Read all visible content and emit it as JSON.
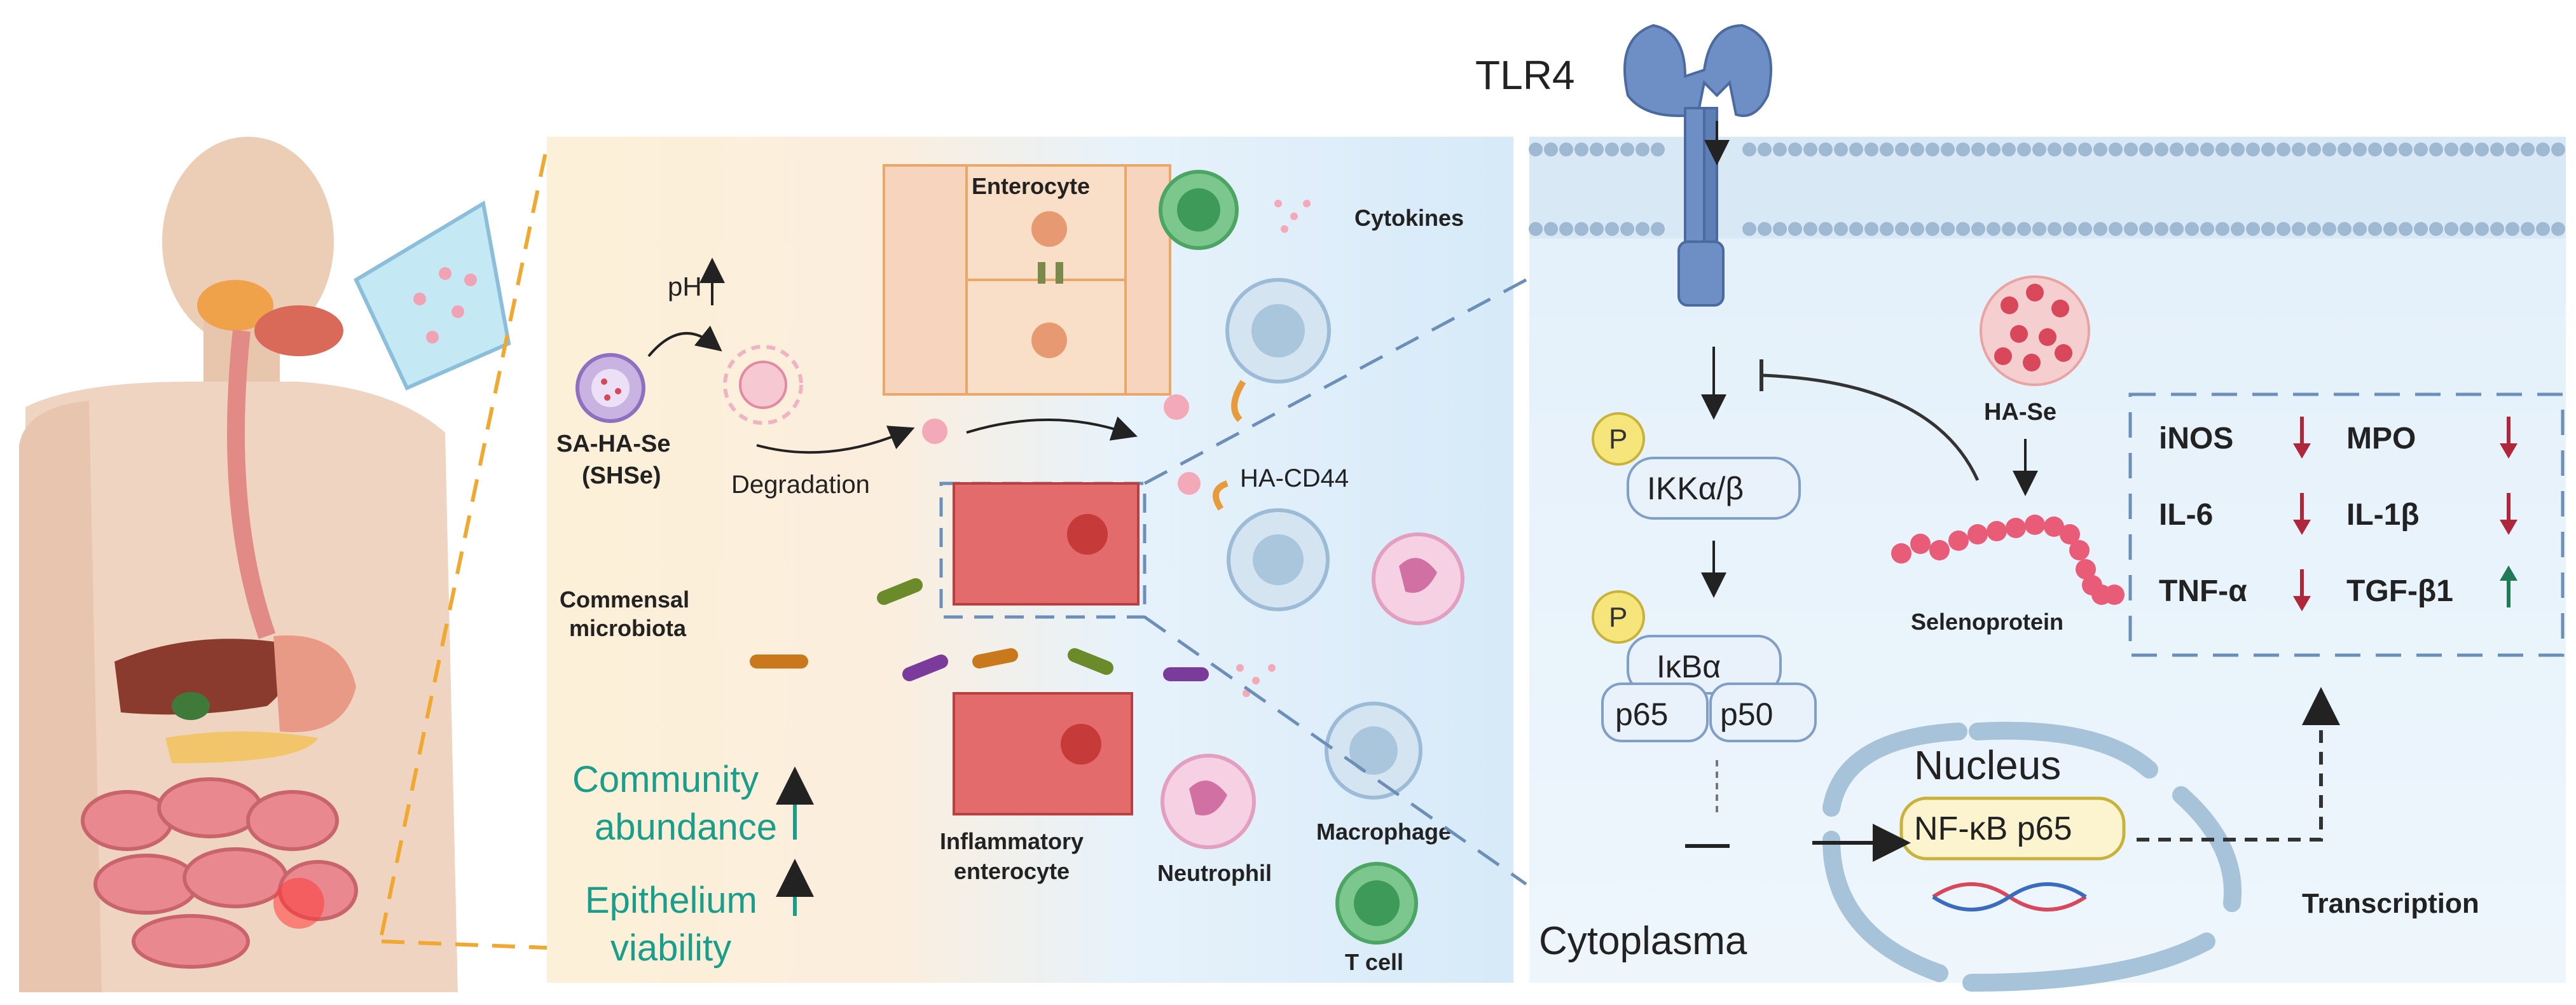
{
  "left_panel": {
    "ph_label": "pH",
    "particle_label_line1": "SA-HA-Se",
    "particle_label_line2": "(SHSe)",
    "degradation_label": "Degradation",
    "enterocyte_label": "Enterocyte",
    "cytokines_label": "Cytokines",
    "ha_cd44_label": "HA-CD44",
    "commensal_line1": "Commensal",
    "commensal_line2": "microbiota",
    "community_line1": "Community",
    "community_line2": "abundance",
    "epithelium_line1": "Epithelium",
    "epithelium_line2": "viability",
    "inflammatory_line1": "Inflammatory",
    "inflammatory_line2": "enterocyte",
    "neutrophil_label": "Neutrophil",
    "macrophage_label": "Macrophage",
    "tcell_label": "T cell"
  },
  "right_panel": {
    "tlr4_label": "TLR4",
    "phospho_label": "P",
    "ikk_label": "IKKα/β",
    "ikba_label": "IκBα",
    "p65_label": "p65",
    "p50_label": "p50",
    "ha_se_label": "HA-Se",
    "selenoprotein_label": "Selenoprotein",
    "nucleus_label": "Nucleus",
    "nfkb_label": "NF-κB p65",
    "cytoplasma_label": "Cytoplasma",
    "transcription_label": "Transcription",
    "markers": [
      {
        "name": "iNOS",
        "direction": "down"
      },
      {
        "name": "MPO",
        "direction": "down"
      },
      {
        "name": "IL-6",
        "direction": "down"
      },
      {
        "name": "IL-1β",
        "direction": "down"
      },
      {
        "name": "TNF-α",
        "direction": "down"
      },
      {
        "name": "TGF-β1",
        "direction": "up"
      }
    ]
  },
  "colors": {
    "teal": "#1a9e8c",
    "down_arrow": "#b0263a",
    "up_arrow": "#1f7a55",
    "tlr4": "#6d8fc6",
    "selenium": "#d9475a",
    "dashed": "#6b8fb8"
  }
}
